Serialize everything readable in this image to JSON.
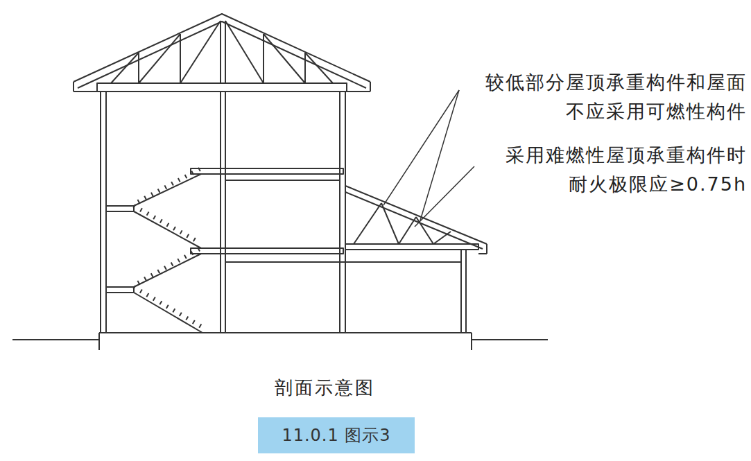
{
  "diagram": {
    "caption": "剖面示意图",
    "nodes": [
      {
        "text": [
          "11.0.1 图示3"
        ]
      }
    ],
    "labels": [
      "较低部分屋顶承重构件和屋面 不应采用可燃性构件",
      "采用难燃性屋顶承重构件时 耐火极限应≥0.75h"
    ]
  }
}
